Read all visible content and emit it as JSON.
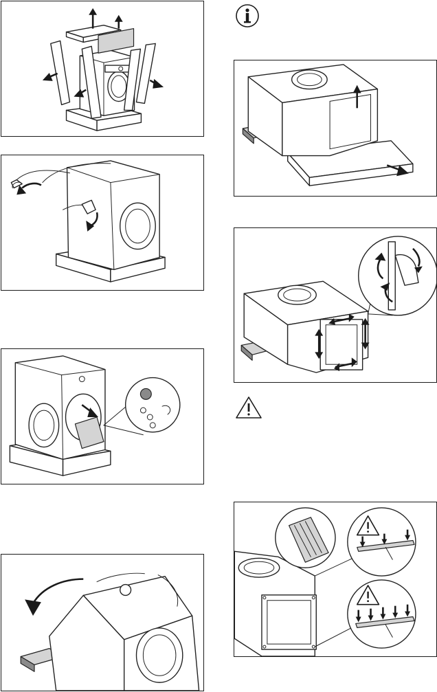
{
  "page": {
    "background": "#ffffff",
    "line_color": "#1a1a1a"
  },
  "icons": {
    "info": "info-icon",
    "warning": "warning-triangle-icon"
  },
  "figures": [
    {
      "name": "remove-packaging-figure",
      "icon": "washing-machine-unpacking"
    },
    {
      "name": "remove-plastic-cover-figure",
      "icon": "washing-machine-cover"
    },
    {
      "name": "remove-accessory-bag-figure",
      "icon": "washing-machine-door-open"
    },
    {
      "name": "tilt-machine-figure",
      "icon": "washing-machine-tilt"
    },
    {
      "name": "remove-base-figure",
      "icon": "washing-machine-on-side"
    },
    {
      "name": "remove-polystyrene-figure",
      "icon": "washing-machine-base"
    },
    {
      "name": "polystyrene-strips-figure",
      "icon": "polystyrene-strips"
    }
  ]
}
